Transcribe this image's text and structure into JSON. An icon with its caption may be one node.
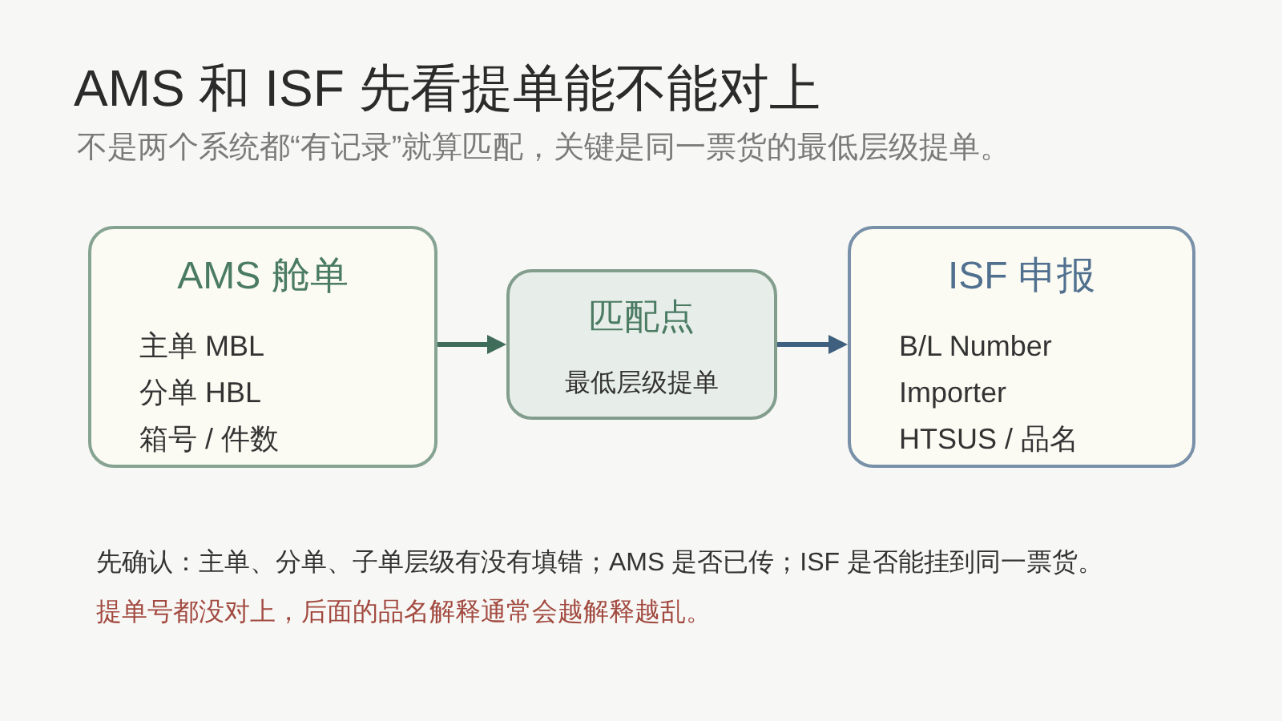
{
  "diagram": {
    "title": "AMS 和 ISF 先看提单能不能对上",
    "nodes": [
      {
        "text": [
          "AMS 舱单",
          "主单 MBL",
          "分单 HBL",
          "箱号 / 件数"
        ]
      },
      {
        "text": [
          "匹配点",
          "最低层级提单"
        ]
      },
      {
        "text": [
          "ISF 申报",
          "B/L Number",
          "Importer",
          "HTSUS / 品名"
        ]
      }
    ],
    "edges": [
      {
        "from": 0,
        "to": 1,
        "arrow": "to",
        "color": "#3f6d59"
      },
      {
        "from": 1,
        "to": 2,
        "arrow": "to",
        "color": "#3e5f7e"
      }
    ],
    "labels": [
      "不是两个系统都“有记录”就算匹配，关键是同一票货的最低层级提单。",
      "先确认：主单、分单、子单层级有没有填错；AMS 是否已传；ISF 是否能挂到同一票货。",
      "提单号都没对上，后面的品名解释通常会越解释越乱。"
    ]
  }
}
